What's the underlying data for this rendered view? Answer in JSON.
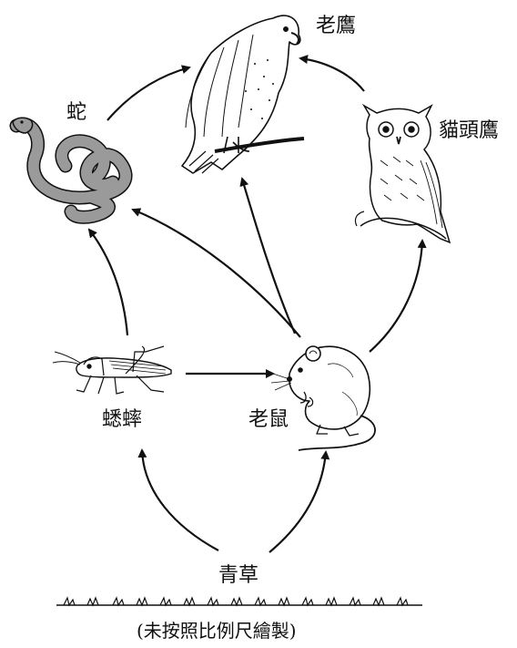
{
  "labels": {
    "eagle": "老鷹",
    "snake": "蛇",
    "owl": "貓頭鷹",
    "cricket": "蟋蟀",
    "mouse": "老鼠",
    "grass": "青草"
  },
  "note": "(未按照比例尺繪製)",
  "relations": [
    {
      "from": "snake",
      "to": "eagle"
    },
    {
      "from": "owl",
      "to": "eagle"
    },
    {
      "from": "cricket",
      "to": "snake"
    },
    {
      "from": "mouse",
      "to": "snake"
    },
    {
      "from": "mouse",
      "to": "eagle"
    },
    {
      "from": "mouse",
      "to": "owl"
    },
    {
      "from": "cricket",
      "to": "mouse"
    },
    {
      "from": "grass",
      "to": "cricket"
    },
    {
      "from": "grass",
      "to": "mouse"
    }
  ]
}
